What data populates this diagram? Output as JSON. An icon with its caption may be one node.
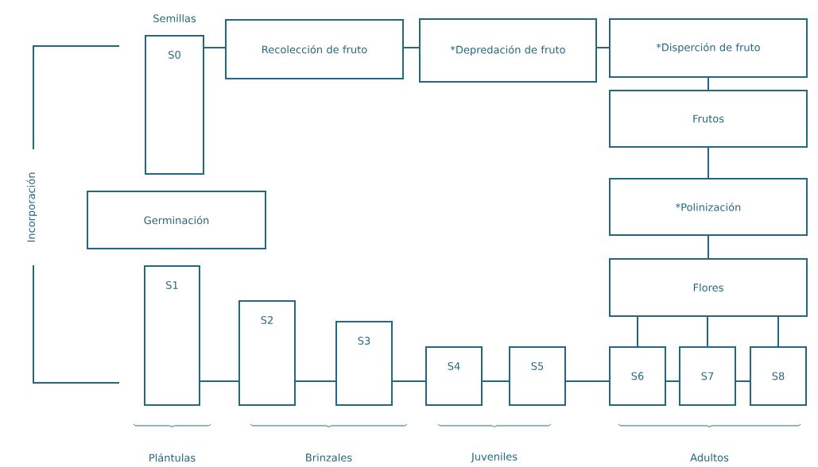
{
  "diagram": {
    "nodes": [
      {
        "text": [
          "S0"
        ],
        "beside": [
          "Semillas"
        ]
      },
      {
        "text": [
          "Recolección de fruto"
        ]
      },
      {
        "text": [
          "*Depredación de fruto"
        ]
      },
      {
        "text": [
          "*Disperción de fruto"
        ]
      },
      {
        "text": [
          "Frutos"
        ]
      },
      {
        "text": [
          "*Polinización"
        ]
      },
      {
        "text": [
          "Flores"
        ]
      },
      {
        "text": [
          "Germinación"
        ]
      },
      {
        "text": [
          "S1"
        ]
      },
      {
        "text": [
          "S2"
        ]
      },
      {
        "text": [
          "S3"
        ]
      },
      {
        "text": [
          "S4"
        ]
      },
      {
        "text": [
          "S5"
        ]
      },
      {
        "text": [
          "S6"
        ]
      },
      {
        "text": [
          "S7"
        ]
      },
      {
        "text": [
          "S8"
        ]
      }
    ],
    "edges": [
      {
        "from": 0,
        "to": 1,
        "arrow": "none"
      },
      {
        "from": 1,
        "to": 2,
        "arrow": "none"
      },
      {
        "from": 2,
        "to": 3,
        "arrow": "none"
      },
      {
        "from": 3,
        "to": 4,
        "arrow": "none"
      },
      {
        "from": 4,
        "to": 5,
        "arrow": "none"
      },
      {
        "from": 5,
        "to": 6,
        "arrow": "none"
      },
      {
        "from": 6,
        "to": 13,
        "arrow": "none"
      },
      {
        "from": 6,
        "to": 14,
        "arrow": "none"
      },
      {
        "from": 6,
        "to": 15,
        "arrow": "none"
      },
      {
        "from": 8,
        "to": 9,
        "arrow": "none"
      },
      {
        "from": 9,
        "to": 10,
        "arrow": "none"
      },
      {
        "from": 10,
        "to": 11,
        "arrow": "none"
      },
      {
        "from": 11,
        "to": 12,
        "arrow": "none"
      },
      {
        "from": 12,
        "to": 13,
        "arrow": "none"
      },
      {
        "from": 13,
        "to": 14,
        "arrow": "none"
      },
      {
        "from": 14,
        "to": 15,
        "arrow": "none"
      }
    ],
    "labels": [
      "Incorporación",
      "Plántulas",
      "Brinzales",
      "Juveniles",
      "Adultos"
    ]
  }
}
